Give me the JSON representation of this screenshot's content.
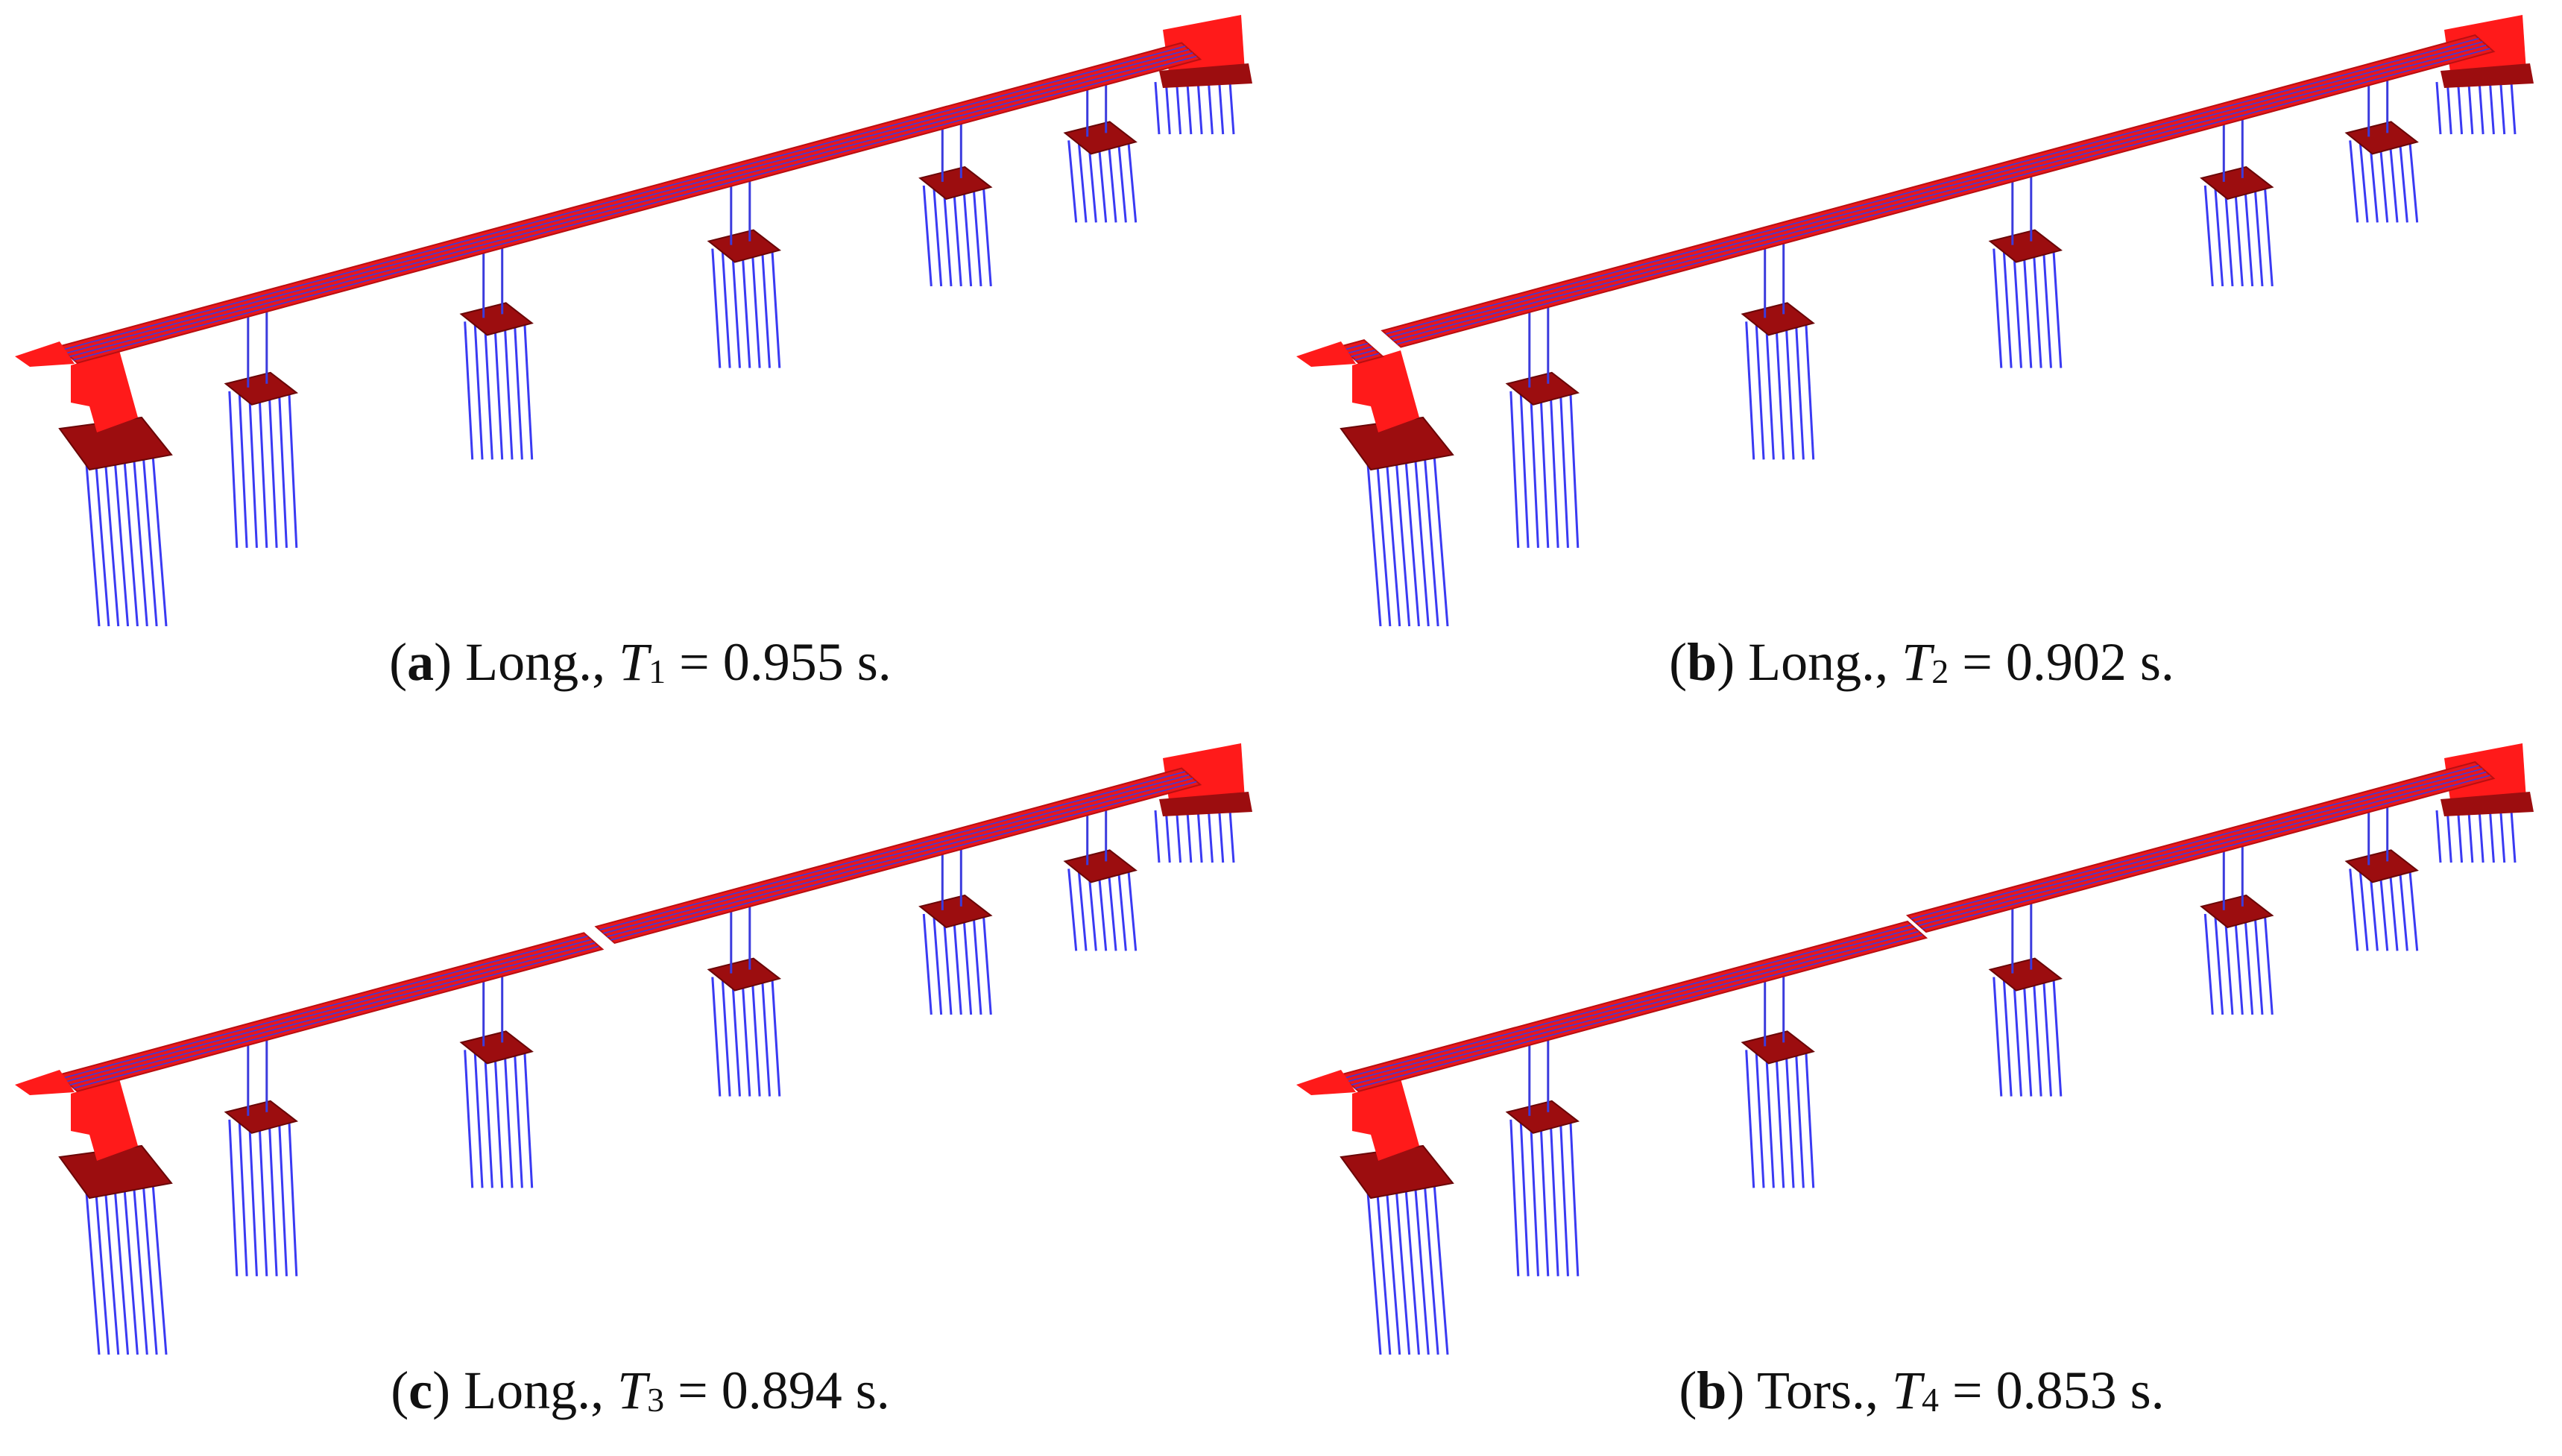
{
  "colors": {
    "deck": "#e8171c",
    "deck_dark": "#b80f12",
    "cap": "#9c0d0f",
    "abutment": "#ff1a1a",
    "pile": "#3a3af2",
    "line": "#3b3bdd"
  },
  "panels": [
    {
      "letter": "a",
      "mode": "Long.",
      "sym": "T",
      "sub": "1",
      "value": "0.955",
      "unit": "s.",
      "mode_shape": "continuous"
    },
    {
      "letter": "b",
      "mode": "Long.",
      "sym": "T",
      "sub": "2",
      "value": "0.902",
      "unit": "s.",
      "mode_shape": "gap-at-left-abutment"
    },
    {
      "letter": "c",
      "mode": "Long.",
      "sym": "T",
      "sub": "3",
      "value": "0.894",
      "unit": "s.",
      "mode_shape": "gap-mid-span"
    },
    {
      "letter": "b",
      "mode": "Tors.",
      "sym": "T",
      "sub": "4",
      "value": "0.853",
      "unit": "s.",
      "mode_shape": "torsional"
    }
  ]
}
